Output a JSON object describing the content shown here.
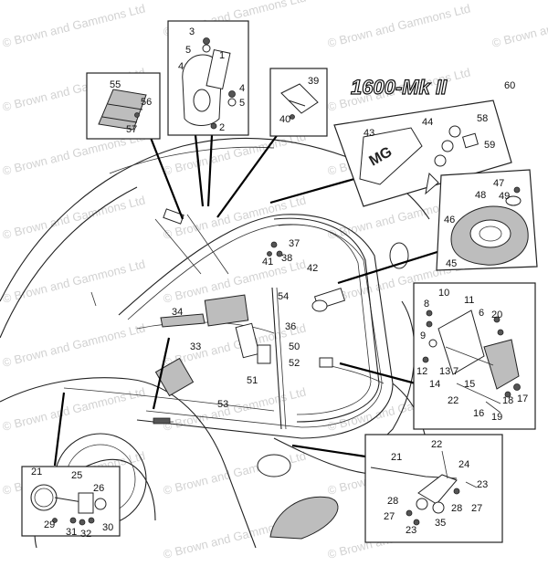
{
  "watermark": "© Brown and Gammons Ltd",
  "badge_text": "1600-Mk II",
  "callouts": {
    "c1": "1",
    "c2": "2",
    "c3": "3",
    "c4a": "4",
    "c4b": "4",
    "c5a": "5",
    "c5b": "5",
    "c6": "6",
    "c7": "7",
    "c8": "8",
    "c9": "9",
    "c10": "10",
    "c11": "11",
    "c12": "12",
    "c13": "13",
    "c14": "14",
    "c15": "15",
    "c16": "16",
    "c17": "17",
    "c18": "18",
    "c19": "19",
    "c20": "20",
    "c21a": "21",
    "c21b": "21",
    "c22a": "22",
    "c22b": "22",
    "c23a": "23",
    "c23b": "23",
    "c24": "24",
    "c25": "25",
    "c26": "26",
    "c27a": "27",
    "c27b": "27",
    "c28a": "28",
    "c28b": "28",
    "c29": "29",
    "c30": "30",
    "c31": "31",
    "c32": "32",
    "c33": "33",
    "c34": "34",
    "c35": "35",
    "c36": "36",
    "c37": "37",
    "c38": "38",
    "c39": "39",
    "c40": "40",
    "c41": "41",
    "c42": "42",
    "c43": "43",
    "c44": "44",
    "c45": "45",
    "c46": "46",
    "c47": "47",
    "c48": "48",
    "c49": "49",
    "c50": "50",
    "c51": "51",
    "c52": "52",
    "c53": "53",
    "c54": "54",
    "c55": "55",
    "c56": "56",
    "c57": "57",
    "c58": "58",
    "c59": "59",
    "c60": "60"
  }
}
